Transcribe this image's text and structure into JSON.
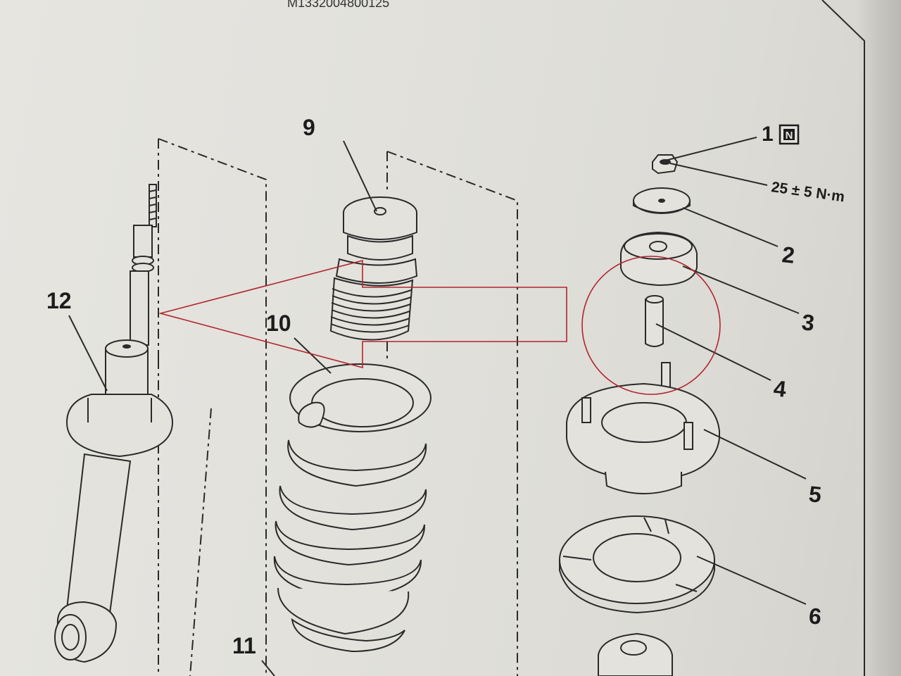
{
  "document_code": "M1332004800125",
  "labels": {
    "p1": "1",
    "p1_badge": "N",
    "torque": "25 ± 5 N·m",
    "p2": "2",
    "p3": "3",
    "p4": "4",
    "p5": "5",
    "p6": "6",
    "p9": "9",
    "p10": "10",
    "p11": "11",
    "p12": "12"
  },
  "colors": {
    "line": "#2a2a2a",
    "markup_red": "#b3242d",
    "paper": "#e3e2dd"
  },
  "annotations": {
    "red_circle_target": "4",
    "red_arrow_target": "12"
  }
}
